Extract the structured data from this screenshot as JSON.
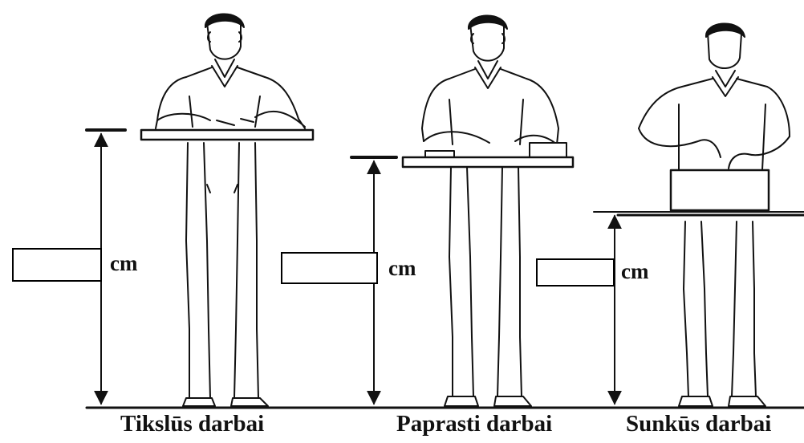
{
  "panels": [
    {
      "id": "tikslus",
      "caption": "Tikslūs darbai",
      "unit": "cm",
      "answer_value": "",
      "objects": [
        "small-parts"
      ]
    },
    {
      "id": "paprasti",
      "caption": "Paprasti darbai",
      "unit": "cm",
      "answer_value": "",
      "objects": [
        "flat-box",
        "small-box"
      ]
    },
    {
      "id": "sunkus",
      "caption": "Sunkūs darbai",
      "unit": "cm",
      "answer_value": "",
      "objects": [
        "large-box"
      ]
    }
  ],
  "colors": {
    "ink": "#111111",
    "paper": "#ffffff"
  }
}
